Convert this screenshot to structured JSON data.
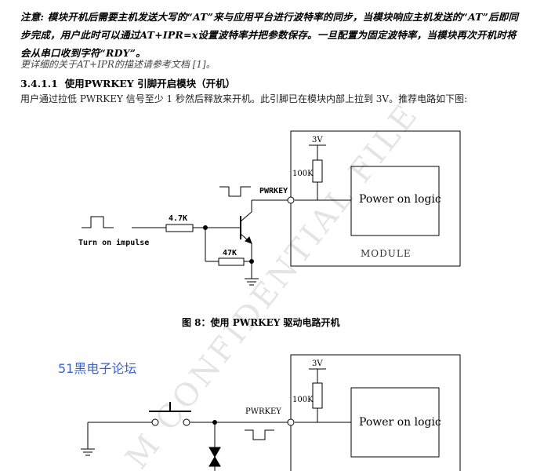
{
  "note": {
    "label": "注意:",
    "text": "模块开机后需要主机发送大写的“AT”来与应用平台进行波特率的同步，当模块响应主机发送的“AT”后即同步完成，用户此时可以通过AT+IPR=x设置波特率并把参数保存。一旦配置为固定波特率，当模块再次开机时将会从串口收到字符“RDY”。"
  },
  "reference": "更详细的关于AT+IPR的描述请参考文档 [1]。",
  "section": {
    "number": "3.4.1.1",
    "title": "使用PWRKEY 引脚开启模块（开机）"
  },
  "paragraph": "用户通过拉低 PWRKEY 信号至少 1 秒然后释放来开机。此引脚已在模块内部上拉到 3V。推荐电路如下图:",
  "figure1": {
    "caption": "图 8：使用 PWRKEY 驱动电路开机",
    "voltage": "3V",
    "pullup": "100K",
    "pin": "PWRKEY",
    "logic": "Power on logic",
    "module": "MODULE",
    "r1": "4.7K",
    "r2": "47K",
    "impulse": "Turn on impulse"
  },
  "figure2": {
    "voltage": "3V",
    "pullup": "100K",
    "pin": "PWRKEY",
    "logic": "Power on logic"
  },
  "forum": "51黑电子论坛",
  "watermark": "M CONFIDENTIAL FILE"
}
